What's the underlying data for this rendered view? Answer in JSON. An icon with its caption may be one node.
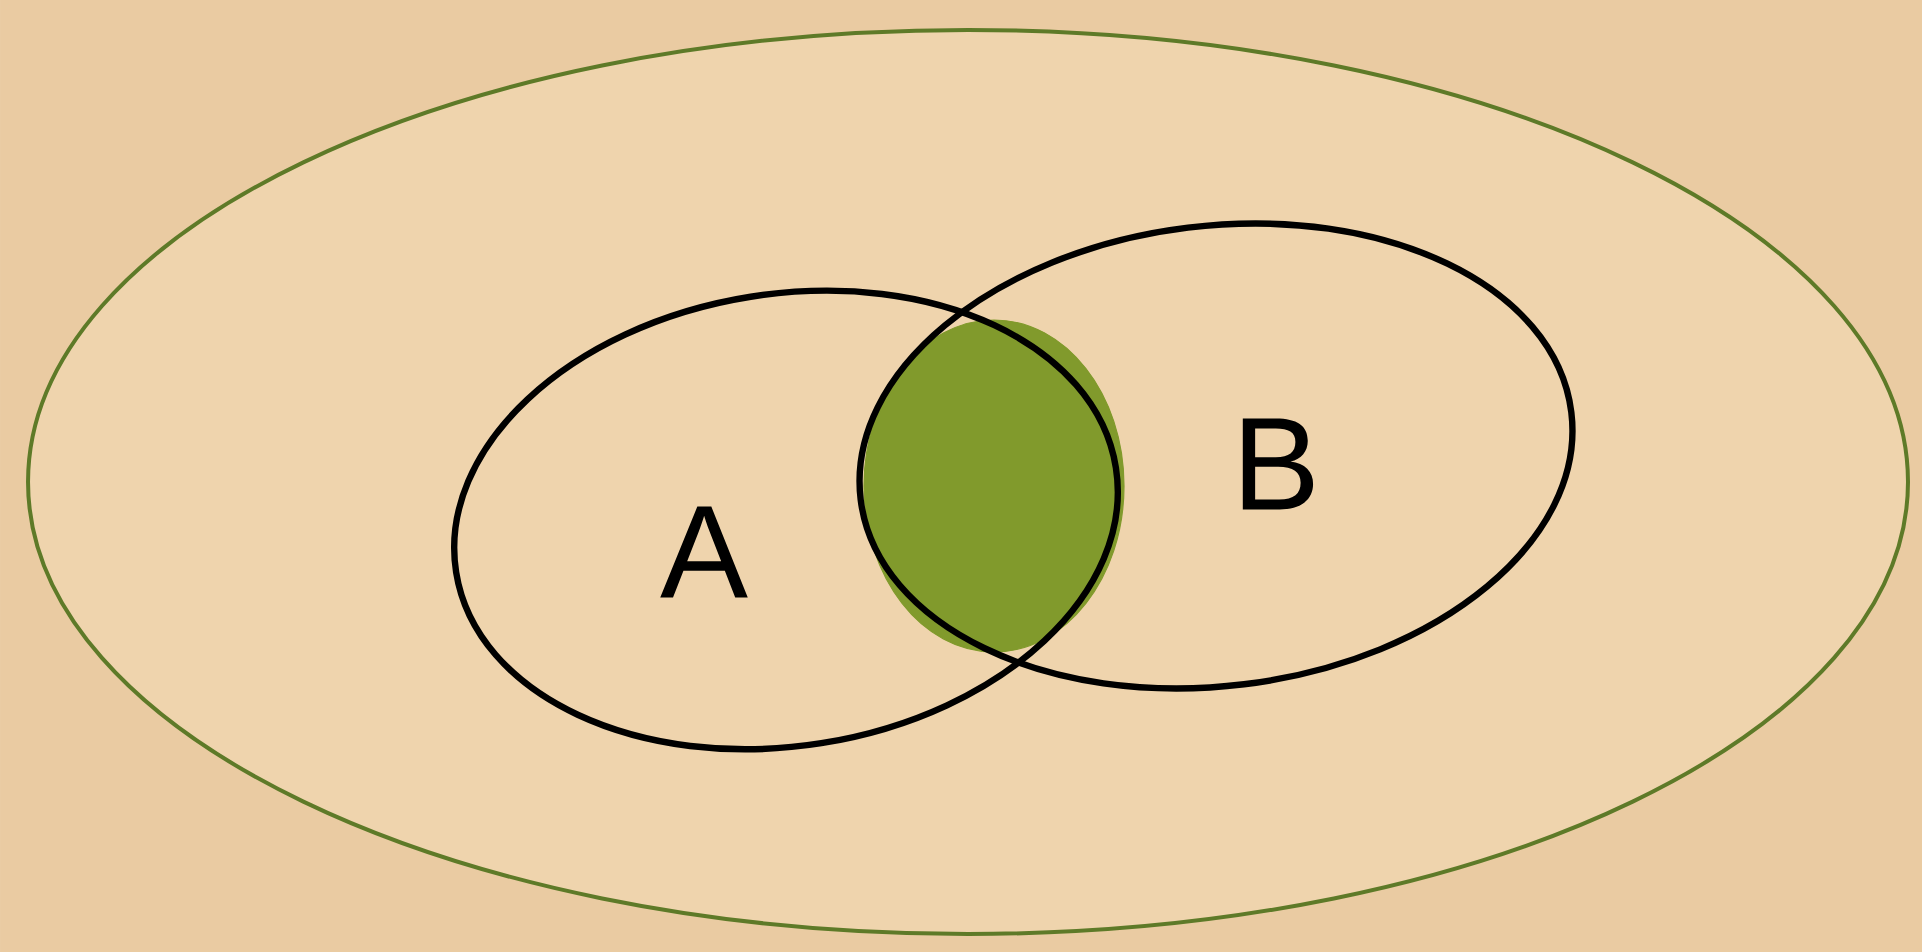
{
  "diagram": {
    "nodes": [
      {
        "text": [],
        "shape": "ellipse"
      },
      {
        "text": [
          "A"
        ],
        "in": 0
      },
      {
        "text": [],
        "shape": "circle"
      },
      {
        "text": [
          "B"
        ],
        "in": 0
      }
    ]
  }
}
